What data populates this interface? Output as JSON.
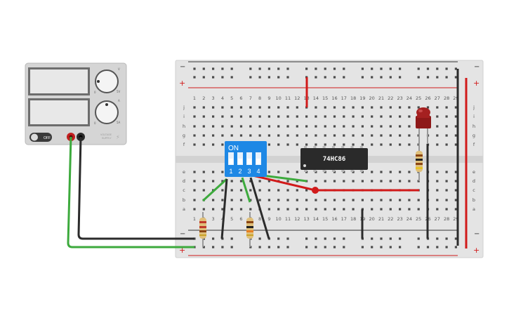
{
  "power_supply": {
    "off_label": "OFF",
    "brand_line1": "VOLTAGE",
    "brand_line2": "SUPPLY",
    "knob_voltage": {
      "max_label": "V",
      "mid_label": "5V",
      "min_label": "0"
    },
    "knob_current": {
      "max_label": "A",
      "mid_label": "5A",
      "min_label": "0"
    }
  },
  "breadboard": {
    "rail_minus": "−",
    "rail_plus": "+",
    "columns": [
      "1",
      "2",
      "3",
      "4",
      "5",
      "6",
      "7",
      "8",
      "9",
      "10",
      "11",
      "12",
      "13",
      "14",
      "15",
      "16",
      "17",
      "18",
      "19",
      "20",
      "21",
      "22",
      "23",
      "24",
      "25",
      "26",
      "27",
      "28",
      "29"
    ],
    "rows_top": [
      "j",
      "i",
      "h",
      "g",
      "f"
    ],
    "rows_bottom": [
      "e",
      "d",
      "c",
      "b",
      "a"
    ]
  },
  "dip_switch": {
    "on_label": "ON",
    "positions": [
      "1",
      "2",
      "3",
      "4"
    ]
  },
  "ic": {
    "label": "74HC86"
  },
  "colors": {
    "board": "#e4e4e4",
    "hole": "#4a4a4a",
    "rail_red": "#d11a1a",
    "rail_black": "#333333",
    "wire_green": "#3daa3d",
    "wire_black": "#2b2b2b",
    "wire_red": "#d11a1a",
    "dip_blue": "#1e88e5",
    "ic_body": "#2a2a2a",
    "led_red": "#a52020"
  }
}
